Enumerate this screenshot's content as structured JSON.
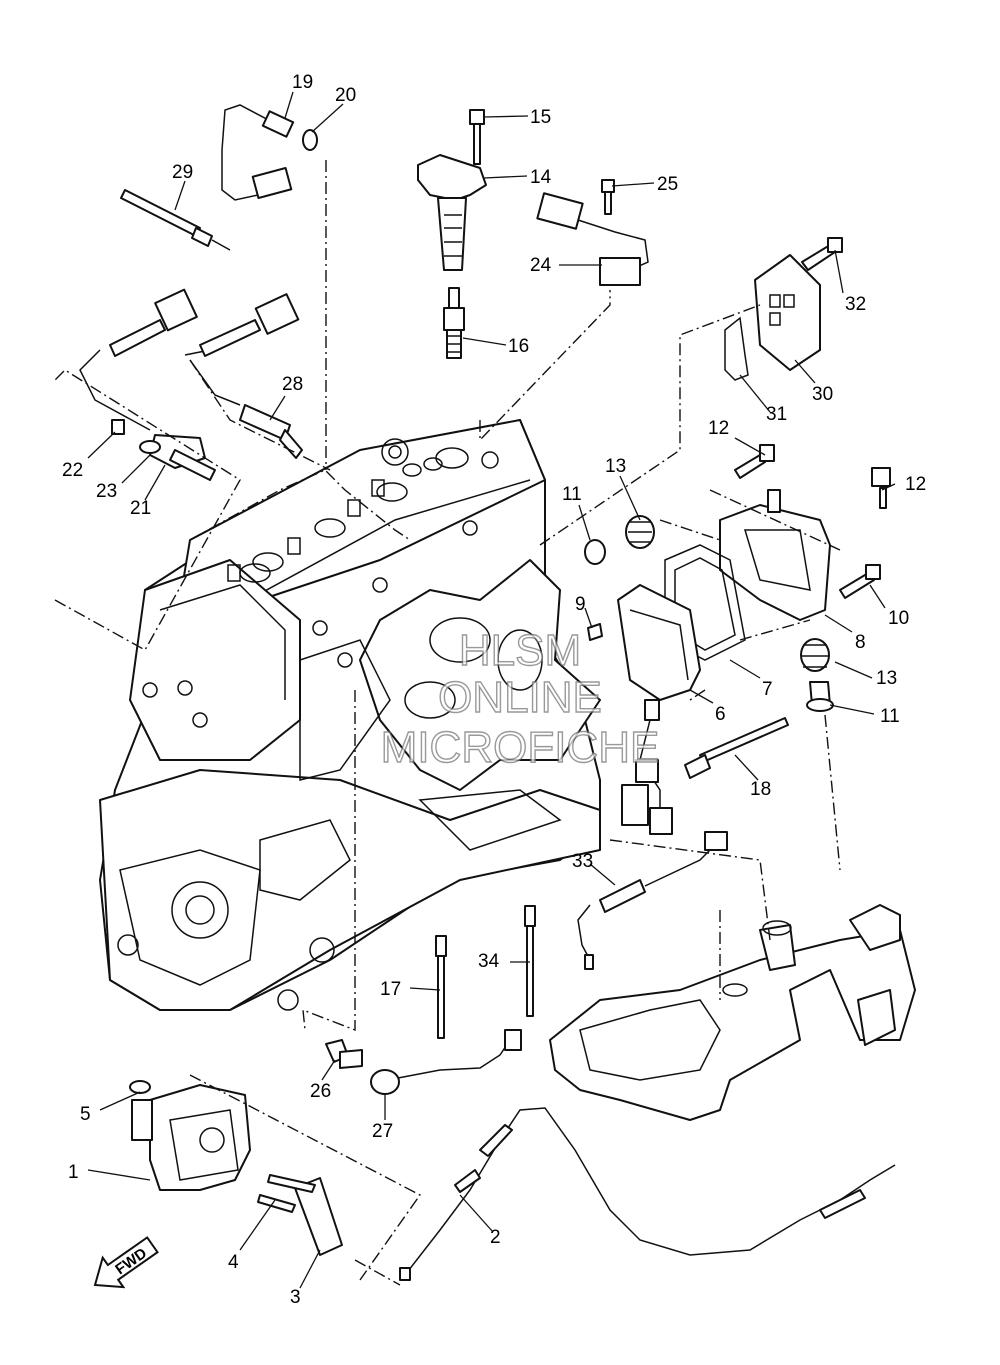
{
  "watermark": {
    "line1": "HLSM",
    "line2": "ONLINE",
    "line3": "MICROFICHE"
  },
  "direction_arrow": {
    "label": "FWD"
  },
  "callouts": [
    "1",
    "2",
    "3",
    "4",
    "5",
    "6",
    "7",
    "8",
    "9",
    "10",
    "11",
    "11",
    "12",
    "12",
    "13",
    "13",
    "14",
    "15",
    "16",
    "17",
    "18",
    "19",
    "20",
    "21",
    "22",
    "23",
    "24",
    "25",
    "26",
    "27",
    "28",
    "29",
    "30",
    "31",
    "32",
    "33",
    "34"
  ]
}
